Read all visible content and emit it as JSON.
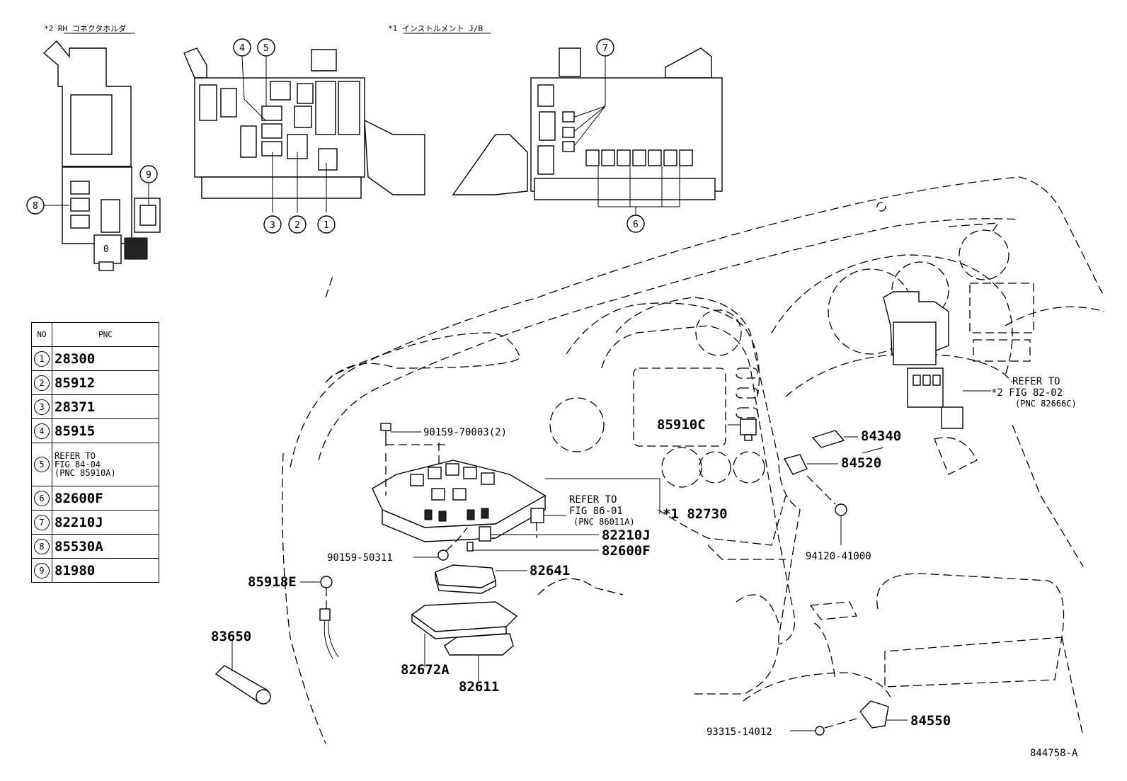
{
  "inset_titles": {
    "rh_connector": "*2 RH コネクタホルダ",
    "instrument_jb": "*1 インストルメント J/B"
  },
  "inset_callouts": [
    "1",
    "2",
    "3",
    "4",
    "5",
    "6",
    "7",
    "8",
    "9"
  ],
  "inset_connector_mark": "0",
  "table": {
    "header_no": "NO",
    "header_pnc": "PNC",
    "rows": [
      {
        "no": "1",
        "pnc": "28300"
      },
      {
        "no": "2",
        "pnc": "85912"
      },
      {
        "no": "3",
        "pnc": "28371"
      },
      {
        "no": "4",
        "pnc": "85915"
      },
      {
        "no": "5",
        "pnc": "REFER TO FIG 84-04 (PNC 85910A)",
        "lines": [
          "REFER TO",
          "FIG 84-04",
          "(PNC 85910A)"
        ]
      },
      {
        "no": "6",
        "pnc": "82600F"
      },
      {
        "no": "7",
        "pnc": "82210J"
      },
      {
        "no": "8",
        "pnc": "85530A"
      },
      {
        "no": "9",
        "pnc": "81980"
      }
    ]
  },
  "labels": {
    "p90159_70003": "90159-70003(2)",
    "ref_86": [
      "REFER TO",
      "FIG 86-01",
      "(PNC 86011A)"
    ],
    "p82730": "*1 82730",
    "p82210j": "82210J",
    "p82600f": "82600F",
    "p90159_50311": "90159-50311",
    "p82641": "82641",
    "p85918e": "85918E",
    "p83650": "83650",
    "p82672a": "82672A",
    "p82611": "82611",
    "p85910c": "85910C",
    "p84340": "84340",
    "p84520": "84520",
    "p94120_41000": "94120-41000",
    "ref_82": [
      "REFER TO",
      "*2 FIG 82-02",
      "(PNC 82666C)"
    ],
    "p93315_14012": "93315-14012",
    "p84550": "84550",
    "figure_id": "844758-A"
  }
}
